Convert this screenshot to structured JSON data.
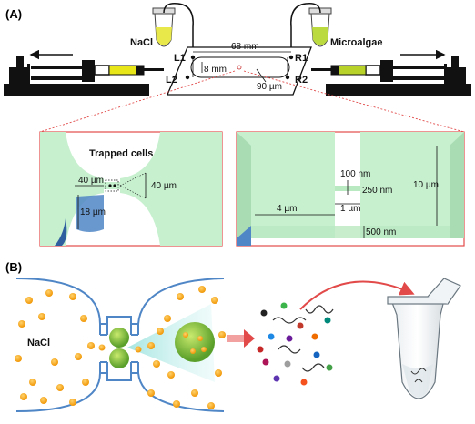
{
  "colors": {
    "green_panel": "#c7f0cf",
    "green_fill": "#b9e9c0",
    "blue_outline": "#4f86c6",
    "orange_dot": "#f6a81a",
    "red_dash": "#e24a4a",
    "black": "#111111"
  },
  "panel_a": {
    "label": "(A)",
    "reagent_left": "NaCl",
    "reagent_right": "Microalgae",
    "port_labels": {
      "l1": "L1",
      "l2": "L2",
      "r1": "R1",
      "r2": "R2"
    },
    "chip_length": "68 mm",
    "chip_width": "8 mm",
    "channel_gap": "90 µm",
    "zoom_left": {
      "title": "Trapped cells",
      "width_label": "40 µm",
      "neck_label": "40 µm",
      "depth_label": "18 µm"
    },
    "zoom_right": {
      "width_100": "100 nm",
      "height_250": "250 nm",
      "height_10": "10 µm",
      "width_4": "4 µm",
      "width_1": "1 µm",
      "height_500": "500 nm"
    }
  },
  "panel_b": {
    "label": "(B)",
    "reagent": "NaCl"
  }
}
